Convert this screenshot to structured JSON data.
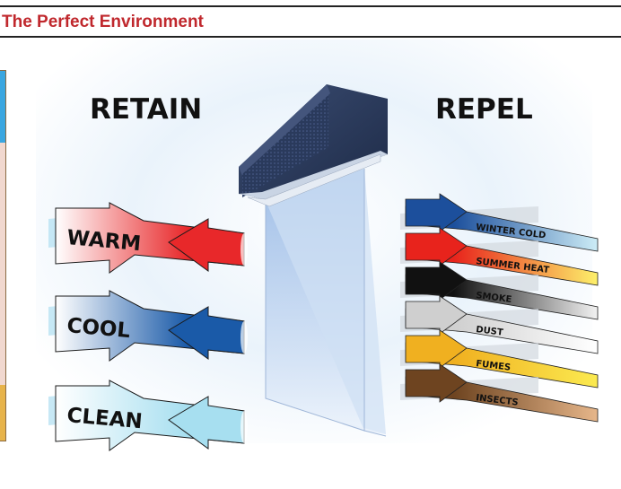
{
  "page": {
    "title": "The Perfect Environment"
  },
  "diagram": {
    "retain_heading": "RETAIN",
    "repel_heading": "REPEL",
    "retain_items": [
      {
        "label": "WARM",
        "color": "#e8282a",
        "light": "#ffffff"
      },
      {
        "label": "COOL",
        "color": "#1a5aa8",
        "light": "#ffffff"
      },
      {
        "label": "CLEAN",
        "color": "#a7dff0",
        "light": "#ffffff"
      }
    ],
    "repel_items": [
      {
        "label": "WINTER COLD",
        "color": "#1c4f9c",
        "tail": "#ccecf6"
      },
      {
        "label": "SUMMER HEAT",
        "color": "#e8231c",
        "tail": "#fdf06a"
      },
      {
        "label": "SMOKE",
        "color": "#111111",
        "tail": "#f2f2f2"
      },
      {
        "label": "DUST",
        "color": "#cfcfcf",
        "tail": "#ffffff"
      },
      {
        "label": "FUMES",
        "color": "#f0b020",
        "tail": "#fbea50"
      },
      {
        "label": "INSECTS",
        "color": "#6e4420",
        "tail": "#e6b68a"
      }
    ]
  }
}
